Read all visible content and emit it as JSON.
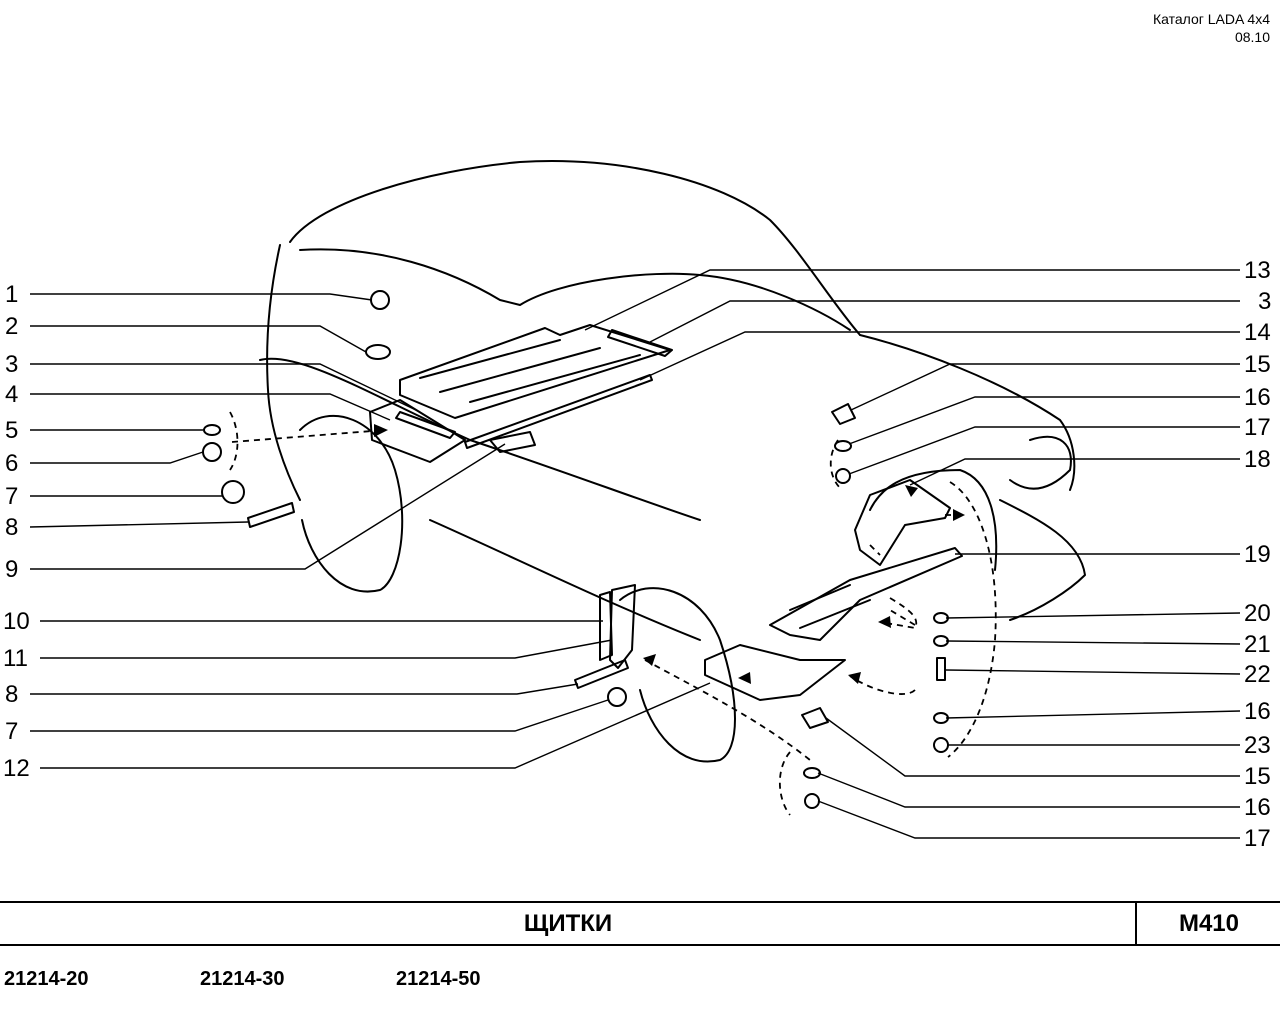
{
  "header": {
    "catalog": "Каталог  LADA  4x4",
    "date": "08.10"
  },
  "title": "ЩИТКИ",
  "code": "M410",
  "models": [
    "21214-20",
    "21214-30",
    "21214-50"
  ],
  "left_callouts": [
    "1",
    "2",
    "3",
    "4",
    "5",
    "6",
    "7",
    "8",
    "9",
    "10",
    "11",
    "8",
    "7",
    "12"
  ],
  "right_callouts": [
    "13",
    "3",
    "14",
    "15",
    "16",
    "17",
    "18",
    "19",
    "20",
    "21",
    "22",
    "16",
    "23",
    "15",
    "16",
    "17"
  ]
}
